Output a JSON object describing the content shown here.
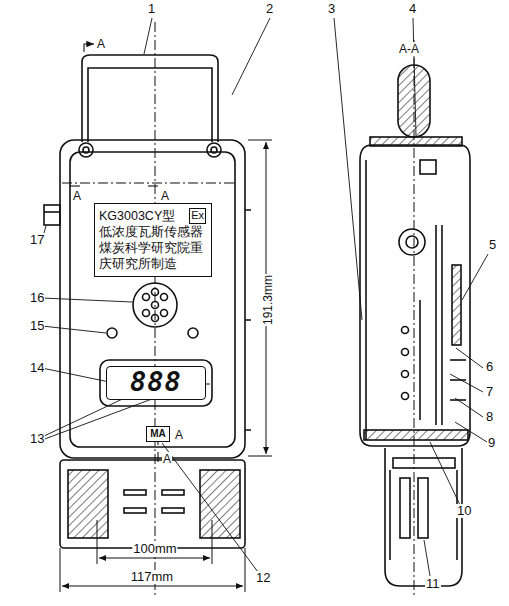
{
  "diagram": {
    "nodes": [
      {
        "text": [
          "KG3003CY型 低浓度瓦斯传感器 煤炭科学研究院重 庆研究所制造"
        ]
      },
      {
        "text": [
          "Ex"
        ],
        "in": 0
      },
      {
        "text": [
          "888"
        ]
      },
      {
        "text": [
          "MA"
        ]
      }
    ],
    "labels": [
      "1",
      "2",
      "3",
      "4",
      "5",
      "6",
      "7",
      "8",
      "9",
      "10",
      "11",
      "12",
      "13",
      "14",
      "15",
      "16",
      "17",
      "A-A",
      "A",
      "A",
      "A",
      "A",
      "A",
      "191.3mm",
      "100mm",
      "117mm"
    ]
  }
}
